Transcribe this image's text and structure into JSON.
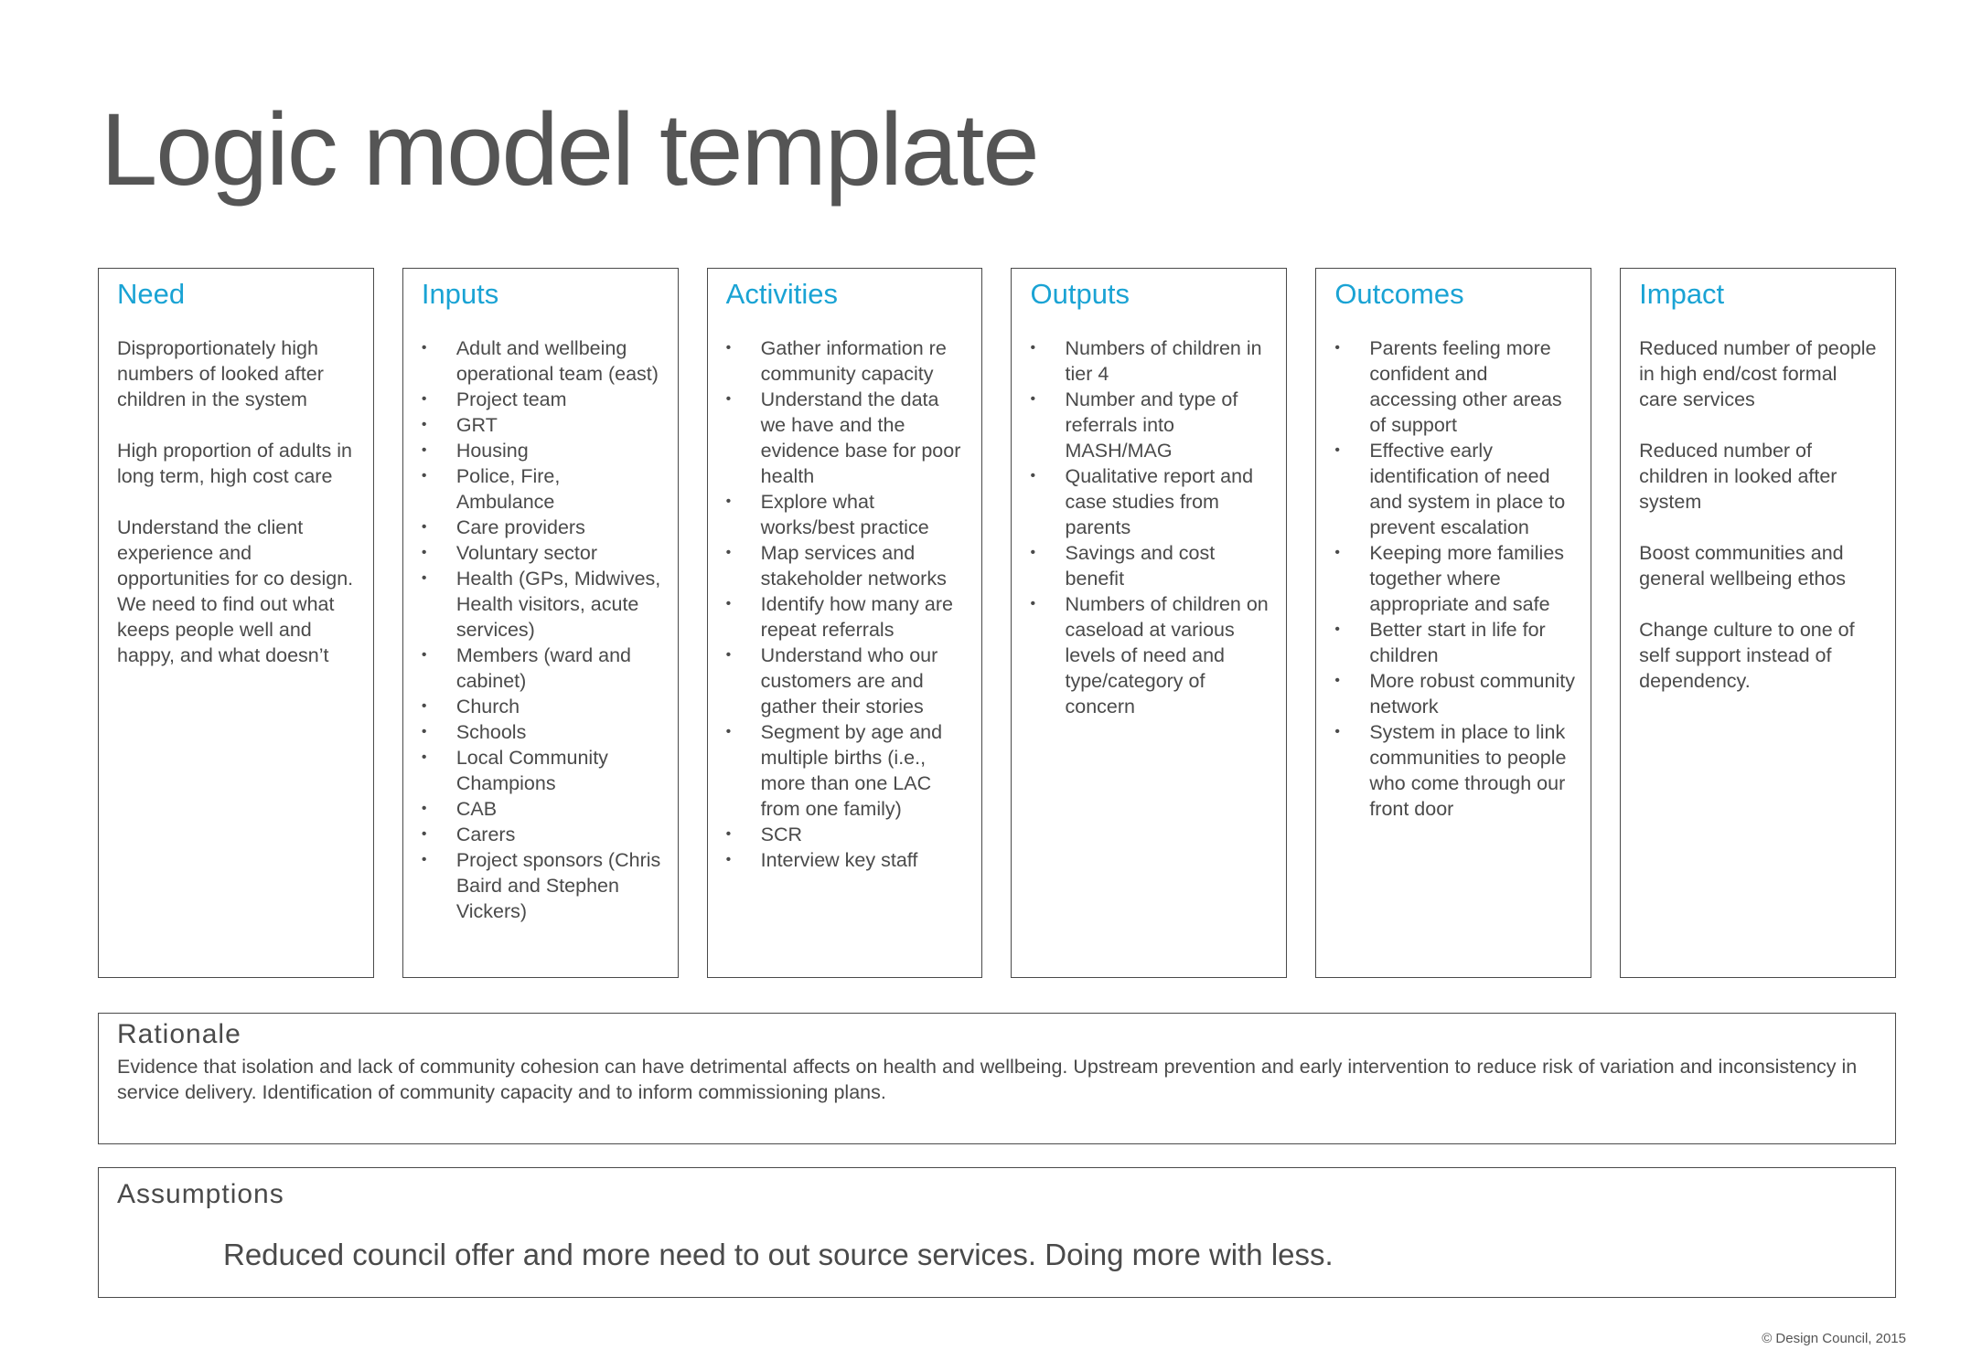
{
  "title": "Logic model template",
  "columns": {
    "need": {
      "heading": "Need",
      "paragraphs": [
        "Disproportionately high numbers of looked after children in the system",
        "High proportion of adults in long term, high cost care",
        "Understand the client experience and opportunities for co design. We need to find out what keeps people well and happy, and what doesn’t"
      ]
    },
    "inputs": {
      "heading": "Inputs",
      "items": [
        "Adult and wellbeing operational team (east)",
        "Project team",
        "GRT",
        "Housing",
        "Police, Fire, Ambulance",
        "Care providers",
        "Voluntary sector",
        "Health (GPs, Midwives, Health visitors, acute services)",
        "Members (ward and cabinet)",
        "Church",
        "Schools",
        "Local Community Champions",
        "CAB",
        "Carers",
        "Project sponsors (Chris Baird and Stephen Vickers)"
      ]
    },
    "activities": {
      "heading": "Activities",
      "items": [
        "Gather information re community capacity",
        "Understand the data we have and the evidence base for poor health",
        "Explore what works/best practice",
        "Map services and stakeholder networks",
        "Identify how many are repeat referrals",
        "Understand who our customers are and gather their stories",
        "Segment by age and multiple births (i.e., more than one LAC from one family)",
        "SCR",
        "Interview key staff"
      ]
    },
    "outputs": {
      "heading": "Outputs",
      "items": [
        "Numbers of children in tier 4",
        "Number and type  of referrals into MASH/MAG",
        "Qualitative report and case studies from parents",
        "Savings and cost benefit",
        "Numbers of children on caseload at various levels of need and type/category of concern"
      ]
    },
    "outcomes": {
      "heading": "Outcomes",
      "items": [
        "Parents feeling more confident and accessing other areas of support",
        "Effective early identification of need and system in place to prevent escalation",
        "Keeping more families together where appropriate and safe",
        "Better start in life for children",
        "More robust community network",
        "System in place to link communities to people who come through our front door"
      ]
    },
    "impact": {
      "heading": "Impact",
      "paragraphs": [
        "Reduced number of people in high end/cost formal care services",
        "Reduced number of children in looked after system",
        "Boost communities and general wellbeing ethos",
        "Change culture to one of self support instead of dependency."
      ]
    }
  },
  "rationale": {
    "heading": "Rationale",
    "text": "Evidence that isolation and lack of community cohesion can have detrimental affects on health and wellbeing. Upstream prevention and early  intervention to reduce risk of variation and inconsistency  in service  delivery. Identification of community capacity and to inform commissioning plans."
  },
  "assumptions": {
    "heading": "Assumptions",
    "text": "Reduced council offer and more need to out source services. Doing more with less."
  },
  "bullet_glyph": "•",
  "copyright": "© Design Council, 2015",
  "colors": {
    "heading_accent": "#1aa3d4",
    "text": "#4a4a4a",
    "title": "#555555",
    "border": "#4a4a4a"
  }
}
